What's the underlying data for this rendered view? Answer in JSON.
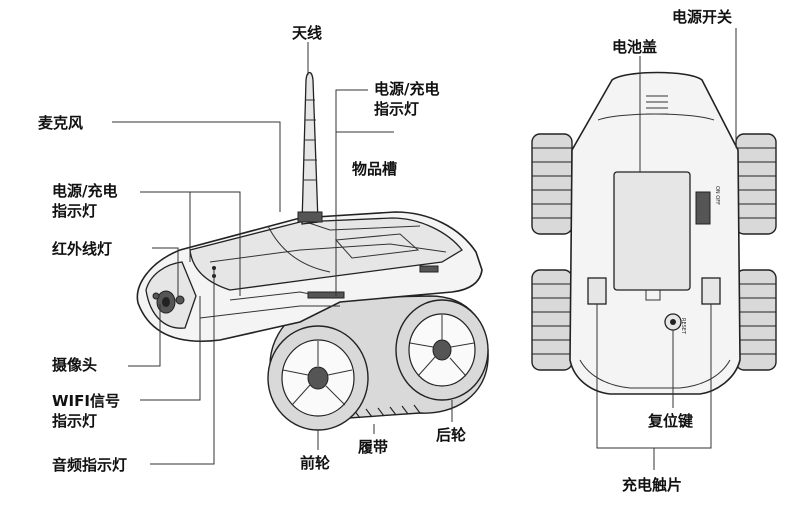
{
  "labels": {
    "antenna": "天线",
    "power_charge_top_line1": "电源/充电",
    "power_charge_top_line2": "指示灯",
    "microphone": "麦克风",
    "storage_slot": "物品槽",
    "power_charge_left_line1": "电源/充电",
    "power_charge_left_line2": "指示灯",
    "ir_light": "红外线灯",
    "camera": "摄像头",
    "wifi_line1": "WIFI信号",
    "wifi_line2": "指示灯",
    "audio_indicator": "音频指示灯",
    "front_wheel": "前轮",
    "track": "履带",
    "rear_wheel": "后轮",
    "power_switch": "电源开关",
    "battery_cover": "电池盖",
    "reset_key": "复位键",
    "charge_contacts": "充电触片"
  },
  "markings": {
    "power_switch_plate": "ON OFF",
    "reset_plate": "RESET"
  }
}
